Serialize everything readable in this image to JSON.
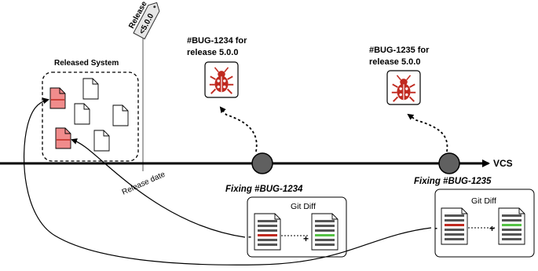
{
  "labels": {
    "released_system": "Released System",
    "release_tag": "Release",
    "release_version": "<5.0.0",
    "release_date": "Release date",
    "vcs": "VCS",
    "bug1_line1": "#BUG-1234 for",
    "bug1_line2": "release 5.0.0",
    "bug2_line1": "#BUG-1235 for",
    "bug2_line2": "release 5.0.0",
    "fix1": "Fixing #BUG-1234",
    "fix2": "Fixing #BUG-1235",
    "git_diff_1": "Git Diff",
    "git_diff_2": "Git Diff",
    "minus": "-",
    "plus": "+"
  },
  "icons": [
    "bug-icon",
    "document-icon",
    "tag-icon"
  ],
  "colors": {
    "bug_red": "#c0291f",
    "faulty_file": "#f08c8c",
    "deleted_line": "#c0291f",
    "added_line": "#55c244",
    "commit_node": "#606060",
    "diff_line": "#555555"
  }
}
